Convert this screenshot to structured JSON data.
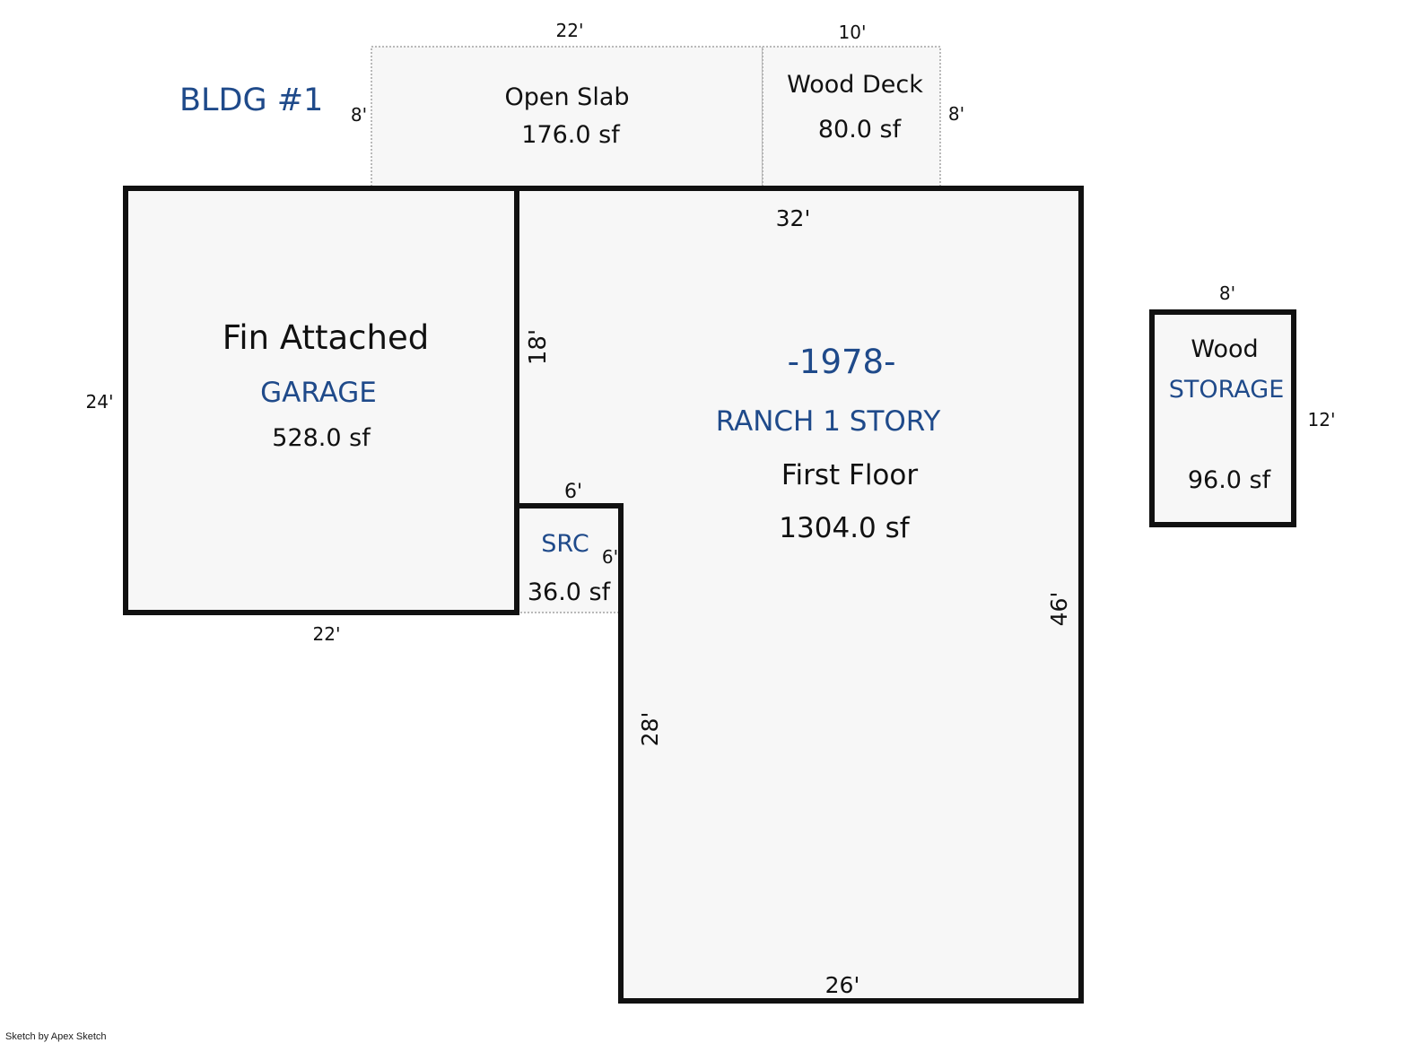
{
  "building": {
    "title": "BLDG #1",
    "title_color": "#1f4a8a"
  },
  "open_slab": {
    "name": "Open Slab",
    "area": "176.0 sf",
    "dim_top": "22'",
    "dim_left": "8'"
  },
  "wood_deck": {
    "name": "Wood Deck",
    "area": "80.0 sf",
    "dim_top": "10'",
    "dim_right": "8'"
  },
  "garage": {
    "line1": "Fin Attached",
    "line2": "GARAGE",
    "area": "528.0 sf",
    "dim_left": "24'",
    "dim_bottom": "22'",
    "dim_right": "18'"
  },
  "src": {
    "name": "SRC",
    "area": "36.0 sf",
    "dim_top": "6'",
    "dim_right": "6'"
  },
  "house": {
    "year": "-1978-",
    "style": "RANCH 1 STORY",
    "floor": "First Floor",
    "area": "1304.0 sf",
    "dim_top": "32'",
    "dim_right": "46'",
    "dim_bottom": "26'",
    "dim_left": "28'"
  },
  "storage": {
    "line1": "Wood",
    "line2": "STORAGE",
    "area": "96.0 sf",
    "dim_top": "8'",
    "dim_right": "12'"
  },
  "credit": "Sketch by Apex Sketch"
}
